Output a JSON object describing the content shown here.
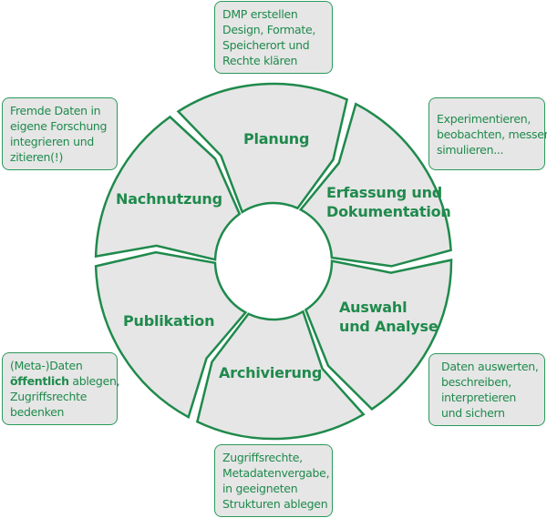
{
  "colors": {
    "accent": "#1f8a4c",
    "fill": "#e6e6e6"
  },
  "segments": [
    {
      "label": "Planung"
    },
    {
      "label_line1": "Erfassung und",
      "label_line2": "Dokumentation"
    },
    {
      "label_line1": "Auswahl",
      "label_line2": "und Analyse"
    },
    {
      "label": "Archivierung"
    },
    {
      "label": "Publikation"
    },
    {
      "label": "Nachnutzung"
    }
  ],
  "notes": {
    "planung": [
      "DMP erstellen",
      "Design, Formate,",
      "Speicherort und",
      "Rechte klären"
    ],
    "erfassung": [
      "Experimentieren,",
      "beobachten, messen,",
      "simulieren..."
    ],
    "auswahl": [
      "Daten auswerten,",
      "beschreiben,",
      "interpretieren",
      "und sichern"
    ],
    "archivierung": [
      "Zugriffsrechte,",
      "Metadatenvergabe,",
      "in geeigneten",
      "Strukturen ablegen"
    ],
    "publikation": {
      "line1": "(Meta-)Daten",
      "bold": "öffentlich",
      "line2_rest": " ablegen,",
      "line3": "Zugriffsrechte",
      "line4": "bedenken"
    },
    "nachnutzung": [
      "Fremde Daten in",
      "eigene Forschung",
      "integrieren und",
      "zitieren(!)"
    ]
  }
}
